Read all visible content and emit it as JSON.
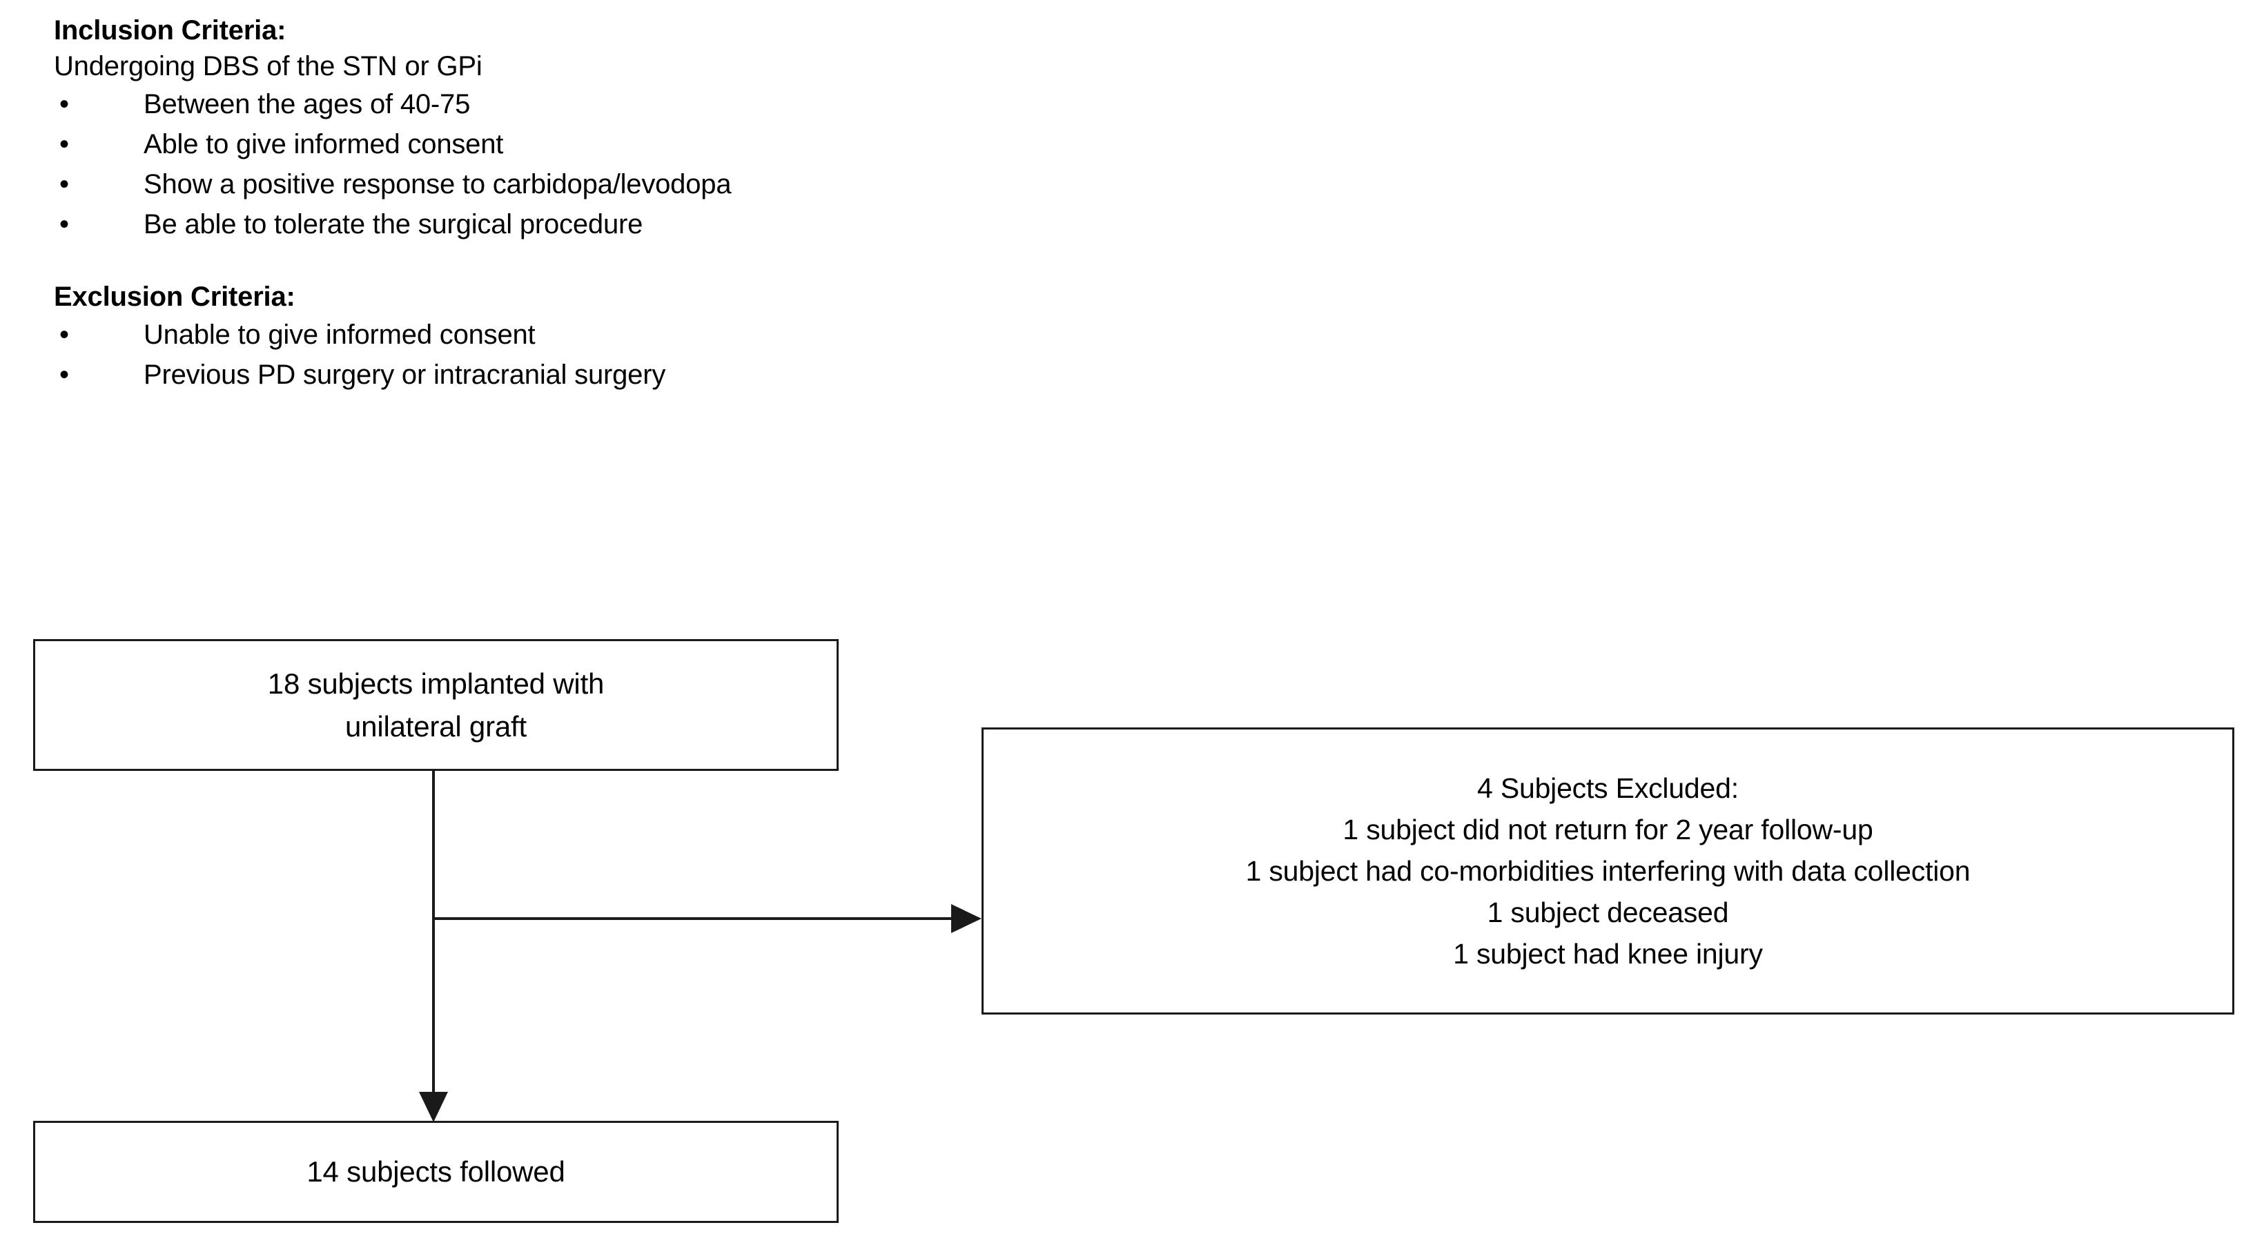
{
  "criteria": {
    "inclusion": {
      "heading": "Inclusion Criteria:",
      "subline": "Undergoing DBS of the STN or GPi",
      "bullet_glyph": "•",
      "items": [
        "Between the ages of 40-75",
        "Able to give informed consent",
        "Show a positive response to carbidopa/levodopa",
        "Be able to tolerate the surgical procedure"
      ]
    },
    "exclusion": {
      "heading": "Exclusion Criteria:",
      "bullet_glyph": "•",
      "items": [
        "Unable to give informed consent",
        "Previous PD surgery or intracranial surgery"
      ]
    }
  },
  "flowchart": {
    "implanted_box": {
      "line1": "18 subjects implanted with",
      "line2": "unilateral graft"
    },
    "excluded_box": {
      "line1": "4 Subjects Excluded:",
      "line2": "1 subject did not return for 2 year follow-up",
      "line3": "1 subject had co-morbidities interfering with data collection",
      "line4": "1 subject deceased",
      "line5": "1 subject had knee injury"
    },
    "followed_box": {
      "line1": "14 subjects followed"
    }
  },
  "colors": {
    "stroke": "#1a1a1a",
    "text": "#000000",
    "background": "#ffffff"
  }
}
